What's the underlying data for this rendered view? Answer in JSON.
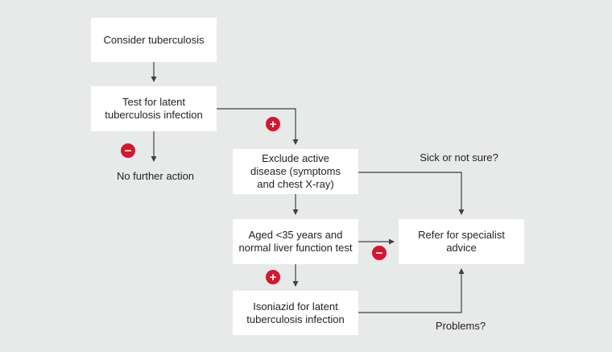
{
  "palette": {
    "background": "#e8eaea",
    "node_background": "#ffffff",
    "text": "#231f20",
    "arrow": "#3f4040",
    "badge_red": "#d5162f",
    "badge_glyph": "#ffffff"
  },
  "flowchart": {
    "nodes": {
      "consider": {
        "label": "Consider tuberculosis"
      },
      "test_latent": {
        "label": "Test for latent\ntuberculosis infection"
      },
      "exclude_active": {
        "label": "Exclude active\ndisease (symptoms\nand chest X-ray)"
      },
      "aged_under_35": {
        "label": "Aged <35 years and\nnormal liver function test"
      },
      "isoniazid": {
        "label": "Isoniazid for latent\ntuberculosis infection"
      },
      "refer_specialist": {
        "label": "Refer for specialist\nadvice"
      }
    },
    "annotations": {
      "no_further_action": "No further action",
      "sick_or_not_sure": "Sick or not sure?",
      "problems": "Problems?"
    },
    "icons": {
      "plus_glyph": "+",
      "minus_glyph": "−"
    },
    "edges": [
      {
        "from": "consider",
        "to": "test_latent"
      },
      {
        "from": "test_latent",
        "to": "no_further_action",
        "result": "negative"
      },
      {
        "from": "test_latent",
        "to": "exclude_active",
        "result": "positive"
      },
      {
        "from": "exclude_active",
        "to": "aged_under_35"
      },
      {
        "from": "exclude_active",
        "to": "refer_specialist",
        "condition": "Sick or not sure?"
      },
      {
        "from": "aged_under_35",
        "to": "refer_specialist",
        "result": "negative"
      },
      {
        "from": "aged_under_35",
        "to": "isoniazid",
        "result": "positive"
      },
      {
        "from": "isoniazid",
        "to": "refer_specialist",
        "condition": "Problems?"
      }
    ]
  }
}
